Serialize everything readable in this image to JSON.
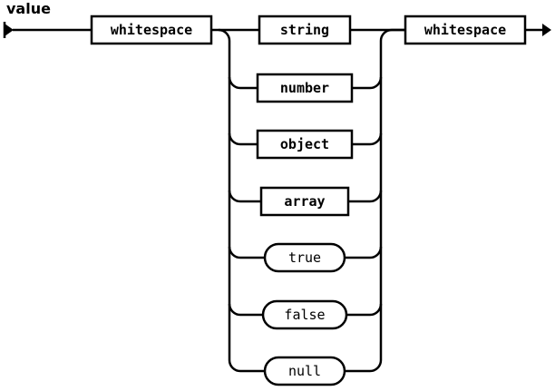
{
  "diagram": {
    "title": "value",
    "type": "railroad-syntax-diagram",
    "entry_node": {
      "label": "whitespace",
      "node_type": "non-terminal"
    },
    "exit_node": {
      "label": "whitespace",
      "node_type": "non-terminal"
    },
    "branches": [
      {
        "label": "string",
        "node_type": "non-terminal"
      },
      {
        "label": "number",
        "node_type": "non-terminal"
      },
      {
        "label": "object",
        "node_type": "non-terminal"
      },
      {
        "label": "array",
        "node_type": "non-terminal"
      },
      {
        "label": "true",
        "node_type": "terminal"
      },
      {
        "label": "false",
        "node_type": "terminal"
      },
      {
        "label": "null",
        "node_type": "terminal"
      }
    ],
    "colors": {
      "stroke": "#000000",
      "background": "#ffffff",
      "text": "#000000"
    }
  }
}
